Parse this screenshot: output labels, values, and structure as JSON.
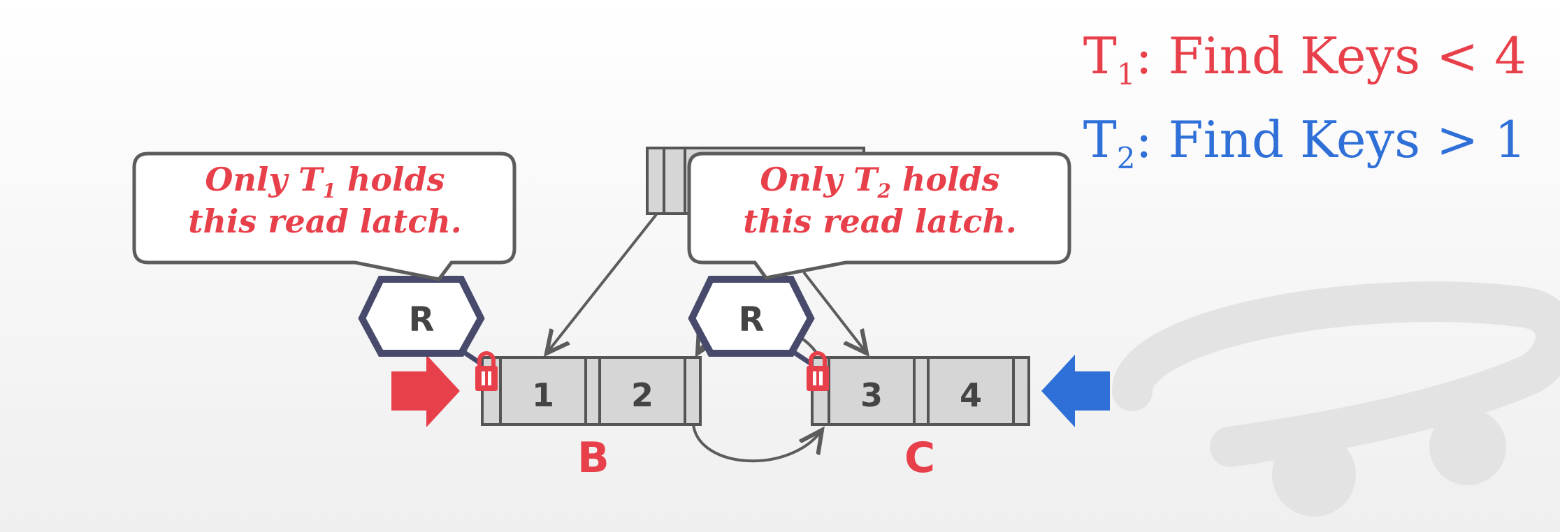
{
  "colors": {
    "t1": "#e8404a",
    "t2": "#2e6fd8",
    "node_fill": "#d6d6d6",
    "node_stroke": "#555555",
    "latch_stroke": "#474a6b",
    "arrow": "#5c5c5c"
  },
  "legend": {
    "t1": {
      "sym": "T",
      "sub": "1",
      "text": ": Find Keys < 4"
    },
    "t2": {
      "sym": "T",
      "sub": "2",
      "text": ": Find Keys > 1"
    }
  },
  "callout_left": {
    "line1_pre": "Only T",
    "line1_sub": "1",
    "line1_post": " holds",
    "line2": "this read latch."
  },
  "callout_right": {
    "line1_pre": "Only T",
    "line1_sub": "2",
    "line1_post": " holds",
    "line2": "this read latch."
  },
  "latch_left": {
    "mode": "R"
  },
  "latch_right": {
    "mode": "R"
  },
  "node_b": {
    "label": "B",
    "keys": [
      "1",
      "2"
    ]
  },
  "node_c": {
    "label": "C",
    "keys": [
      "3",
      "4"
    ]
  },
  "icons": {
    "t1_pointer": "arrow-right-icon",
    "t2_pointer": "arrow-left-icon",
    "lock": "lock-icon"
  }
}
